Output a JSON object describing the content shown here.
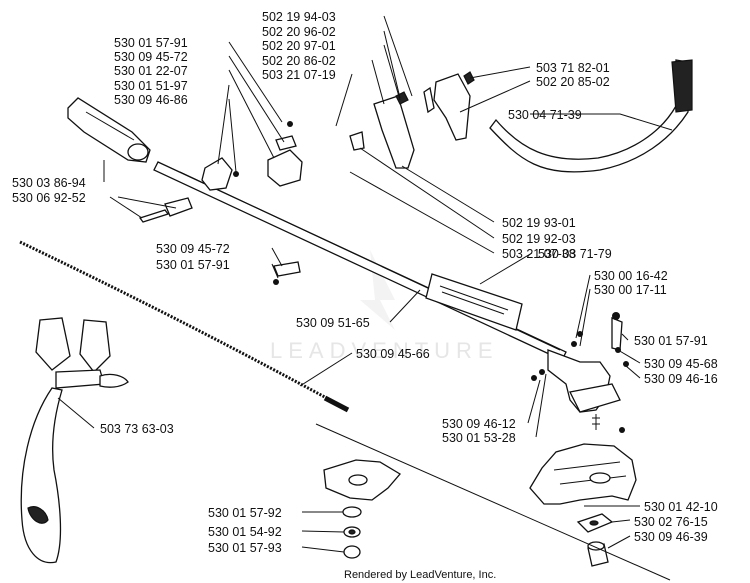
{
  "watermark": "LEADVENTURE",
  "credit": "Rendered by LeadVenture, Inc.",
  "parts": {
    "p1": "502 19 94-03",
    "p2": "502 20 96-02",
    "p3": "502 20 97-01",
    "p4": "502 20 86-02",
    "p5": "503 21 07-19",
    "p6": "503 71 82-01",
    "p7": "502 20 85-02",
    "p8": "530 04 71-39",
    "p9": "530 01 57-91",
    "p10": "530 09 45-72",
    "p11": "530 01 22-07",
    "p12": "530 01 51-97",
    "p13": "530 09 46-86",
    "p14": "530 03 86-94",
    "p15": "530 06 92-52",
    "p16": "502 19 93-01",
    "p17": "502 19 92-03",
    "p18": "503 21 07-38",
    "p19": "530 03 71-79",
    "p20": "530 09 45-72",
    "p21": "530 01 57-91",
    "p22": "530 00 16-42",
    "p23": "530 00 17-11",
    "p24": "530 09 51-65",
    "p25": "530 01 57-91",
    "p26": "530 09 45-68",
    "p27": "530 09 46-16",
    "p28": "530 09 45-66",
    "p29": "503 73 63-03",
    "p30": "530 09 46-12",
    "p31": "530 01 53-28",
    "p32": "530 01 42-10",
    "p33": "530 02 76-15",
    "p34": "530 09 46-39",
    "p35": "530 01 57-92",
    "p36": "530 01 54-92",
    "p37": "530 01 57-93"
  }
}
